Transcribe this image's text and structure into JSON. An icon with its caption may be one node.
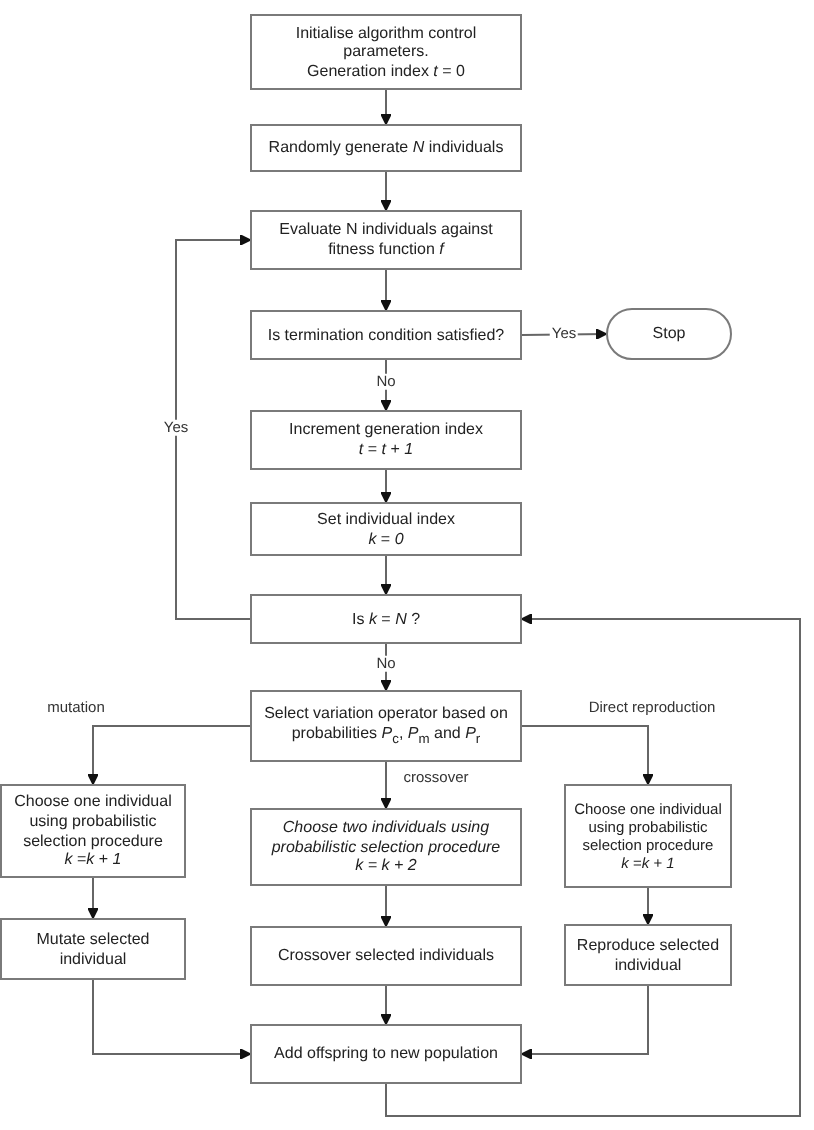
{
  "diagram": {
    "nodes": [
      {
        "text": [
          "Initialise algorithm control parameters.",
          "Generation index *t* = 0"
        ]
      },
      {
        "text": [
          "Randomly generate *N* individuals"
        ]
      },
      {
        "text": [
          "Evaluate N individuals against fitness function *f*"
        ]
      },
      {
        "text": [
          "Is termination condition satisfied?"
        ]
      },
      {
        "text": [
          "Stop"
        ]
      },
      {
        "text": [
          "Increment generation index",
          "*t* = *t* + *1*"
        ]
      },
      {
        "text": [
          "Set individual index",
          "*k* = *0*"
        ]
      },
      {
        "text": [
          "Is *k* = *N* ?"
        ]
      },
      {
        "text": [
          "Select variation operator based on probabilities *P*$_{c}$, *P*$_{m}$ and *P*$_{r}$"
        ]
      },
      {
        "text": [
          "Choose one individual using probabilistic selection procedure",
          "*k* =*k* + *1*"
        ]
      },
      {
        "text": [
          "Choose two individuals using probabilistic selection procedure",
          "k = k + 2"
        ]
      },
      {
        "text": [
          "Choose one individual using probabilistic selection procedure",
          "*k* =*k* + *1*"
        ]
      },
      {
        "text": [
          "Mutate selected individual"
        ]
      },
      {
        "text": [
          "Crossover selected individuals"
        ]
      },
      {
        "text": [
          "Reproduce selected individual"
        ]
      },
      {
        "text": [
          "Add offspring to new population"
        ]
      }
    ],
    "edges": [
      {
        "from": 0,
        "to": 1,
        "arrow": "to"
      },
      {
        "from": 1,
        "to": 2,
        "arrow": "to"
      },
      {
        "from": 2,
        "to": 3,
        "arrow": "to"
      },
      {
        "from": 3,
        "to": 4,
        "arrow": "to",
        "label": "Yes"
      },
      {
        "from": 3,
        "to": 5,
        "arrow": "to",
        "label": "No"
      },
      {
        "from": 5,
        "to": 6,
        "arrow": "to"
      },
      {
        "from": 6,
        "to": 7,
        "arrow": "to"
      },
      {
        "from": 7,
        "to": 2,
        "arrow": "to",
        "label": "Yes"
      },
      {
        "from": 7,
        "to": 8,
        "arrow": "to",
        "label": "No"
      },
      {
        "from": 8,
        "to": 9,
        "arrow": "to",
        "label": "mutation"
      },
      {
        "from": 8,
        "to": 10,
        "arrow": "to",
        "label": "crossover"
      },
      {
        "from": 8,
        "to": 11,
        "arrow": "to",
        "label": "Direct reproduction"
      },
      {
        "from": 9,
        "to": 12,
        "arrow": "to"
      },
      {
        "from": 10,
        "to": 13,
        "arrow": "to"
      },
      {
        "from": 11,
        "to": 14,
        "arrow": "to"
      },
      {
        "from": 12,
        "to": 15,
        "arrow": "to"
      },
      {
        "from": 13,
        "to": 15,
        "arrow": "to"
      },
      {
        "from": 14,
        "to": 15,
        "arrow": "to"
      },
      {
        "from": 15,
        "to": 7,
        "arrow": "to"
      }
    ]
  }
}
